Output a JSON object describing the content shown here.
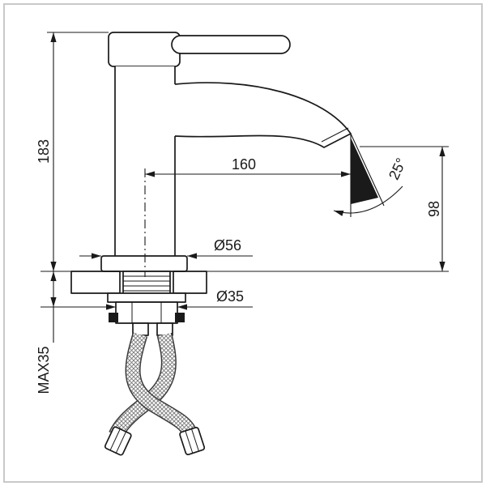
{
  "drawing": {
    "subject": "single-lever-basin-faucet-installation-drawing",
    "view": "side-elevation-with-mounting-section"
  },
  "dimensions": {
    "overall_height": "183",
    "spout_reach": "160",
    "outlet_angle": "25°",
    "spout_height": "98",
    "base_diameter": "Ø56",
    "mounting_hole_diameter": "Ø35",
    "max_counter_thickness": "MAX35"
  },
  "colors": {
    "line": "#1a1a1a",
    "hatch": "#444444",
    "angle_wedge_fill": "#1a1a1a",
    "frame": "#c9c9c9",
    "background": "#ffffff"
  }
}
